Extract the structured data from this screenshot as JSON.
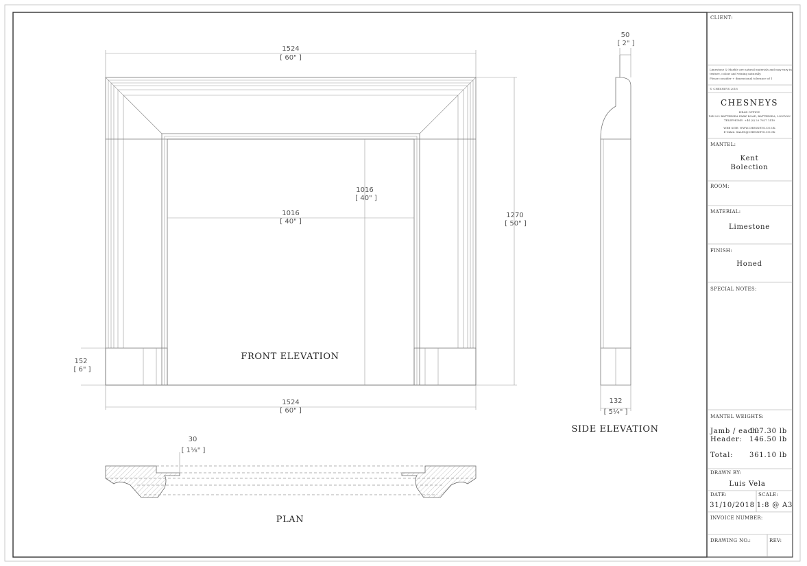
{
  "drawing": {
    "views": {
      "front_elevation": "FRONT ELEVATION",
      "side_elevation": "SIDE ELEVATION",
      "plan": "PLAN"
    },
    "dimensions": {
      "overall_width_top": {
        "mm": "1524",
        "in": "[ 60\" ]"
      },
      "overall_width_bottom": {
        "mm": "1524",
        "in": "[ 60\" ]"
      },
      "opening_width": {
        "mm": "1016",
        "in": "[ 40\" ]"
      },
      "opening_height": {
        "mm": "1016",
        "in": "[ 40\" ]"
      },
      "overall_height": {
        "mm": "1270",
        "in": "[ 50\" ]"
      },
      "plinth_height": {
        "mm": "152",
        "in": "[ 6\" ]"
      },
      "shelf_depth": {
        "mm": "50",
        "in": "[ 2\" ]"
      },
      "base_depth": {
        "mm": "132",
        "in": "[ 5¼\" ]"
      },
      "plan_return": {
        "mm": "30",
        "in": "[ 1⅛\" ]"
      }
    }
  },
  "title_block": {
    "client_label": "CLIENT:",
    "disclaimer_line1": "Limestone & Marble are natural materials and may vary in",
    "disclaimer_line2": "texture, colour and veining naturally.",
    "disclaimer_line3": "Please consider + dimensional tolerance of 1",
    "copyright": "© CHESNEYS 2018",
    "brand": "CHESNEYS",
    "head_office": "HEAD OFFICE",
    "address": "194-202 BATTERSEA PARK ROAD, BATTERSEA, LONDON",
    "telephone": "TELEPHONE: +44 (0) 20 7627 1410",
    "website": "WEB SITE: WWW.CHESNEYS.CO.UK",
    "email": "E-MAIL: SALES@CHESNEYS.CO.UK",
    "mantel_label": "MANTEL:",
    "mantel_line1": "Kent",
    "mantel_line2": "Bolection",
    "room_label": "ROOM:",
    "material_label": "MATERIAL:",
    "material_value": "Limestone",
    "finish_label": "FINISH:",
    "finish_value": "Honed",
    "special_notes_label": "SPECIAL NOTES:",
    "weights_label": "MANTEL WEIGHTS:",
    "weights": [
      {
        "name": "Jamb / each:",
        "value": "107.30 lb"
      },
      {
        "name": "Header:",
        "value": "146.50 lb"
      }
    ],
    "total_name": "Total:",
    "total_value": "361.10 lb",
    "drawn_by_label": "DRAWN BY:",
    "drawn_by_value": "Luis Vela",
    "date_label": "DATE:",
    "date_value": "31/10/2018",
    "scale_label": "SCALE:",
    "scale_value": "1:8 @ A3",
    "invoice_label": "INVOICE NUMBER:",
    "drawing_no_label": "DRAWING NO.:",
    "rev_label": "REV:"
  }
}
